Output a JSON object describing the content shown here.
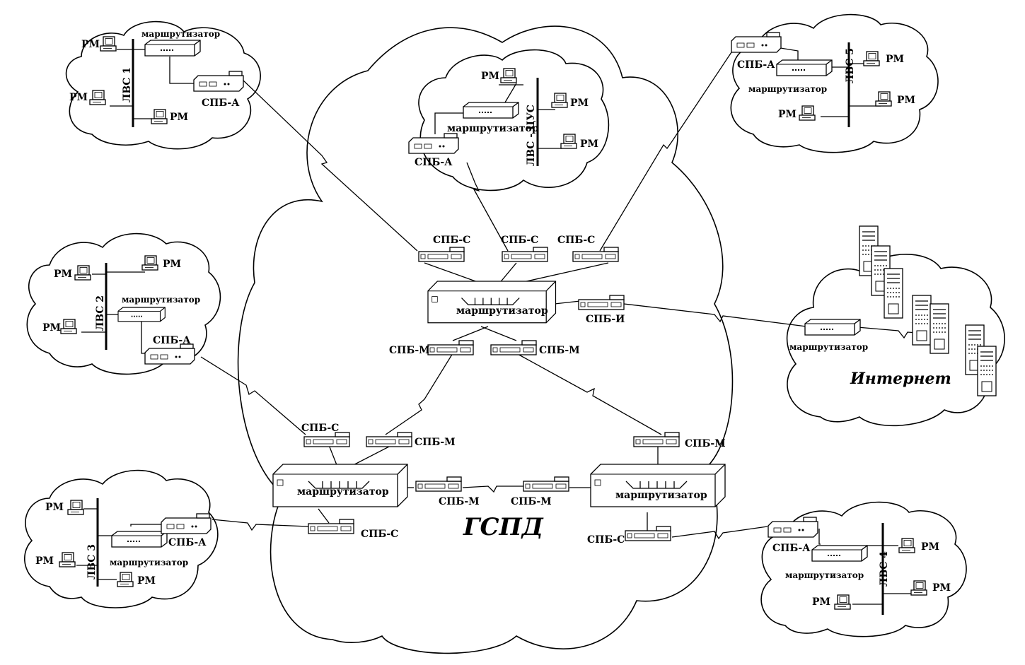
{
  "labels": {
    "rm": "РМ",
    "router": "маршрутизатор",
    "spb_a": "СПБ-А",
    "spb_s": "СПБ-С",
    "spb_m": "СПБ-М",
    "spb_i": "СПБ-И",
    "lvs1": "ЛВС 1",
    "lvs2": "ЛВС 2",
    "lvs3": "ЛВС 3",
    "lvs4": "ЛВС 4",
    "lvs5": "ЛВС 5",
    "lvs_cus": "ЛВС - ЦУС",
    "gspd": "ГСПД",
    "internet": "Интернет"
  }
}
